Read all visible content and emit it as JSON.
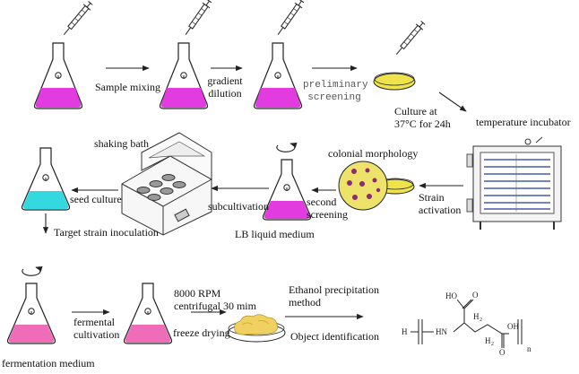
{
  "labels": {
    "sample_mixing": "Sample mixing",
    "gradient_dilution": "gradient\ndilution",
    "preliminary_screening": "preliminary\nscreening",
    "culture": "Culture at\n37°C for 24h",
    "temperature_incubator": "temperature incubator",
    "colonial_morphology": "colonial morphology",
    "strain_activation": "Strain\nactivation",
    "shaking_bath": "shaking bath",
    "second_screening": "second\nscreening",
    "subcultivation": "subcultivation",
    "seed_culture": "seed culture",
    "lb_liquid_medium": "LB liquid medium",
    "target_strain_inoculation": "Target strain inoculation",
    "fermental_cultivation": "fermental\ncultivation",
    "fermentation_medium": "fermentation medium",
    "centrifugal": "8000 RPM\ncentrifugal 30 mim",
    "freeze_drying": "freeze drying",
    "ethanol_precipitation": "Ethanol precipitation\n method",
    "object_identification": "Object identification"
  },
  "structure": {
    "ho": "HO",
    "o1": "O",
    "o2": "O",
    "oh": "OH",
    "h": "H",
    "nh": "HN",
    "h2a": "H",
    "h2a_sub": "2",
    "h2b": "H",
    "h2b_sub": "2",
    "n": "n"
  },
  "colors": {
    "magenta": "#e23be0",
    "cyan": "#34d9e0",
    "pink": "#ef6cb8",
    "yellow_plate": "#eee34a",
    "colony_plate": "#eee36a",
    "colony_dot": "#8e2a72",
    "product": "#f0d060",
    "line": "#222222"
  },
  "icons": [
    "syringe-icon",
    "flask-icon",
    "petri-dish-icon",
    "incubator-icon",
    "shaking-bath-icon",
    "rotation-arrow-icon",
    "arrow-icon"
  ]
}
